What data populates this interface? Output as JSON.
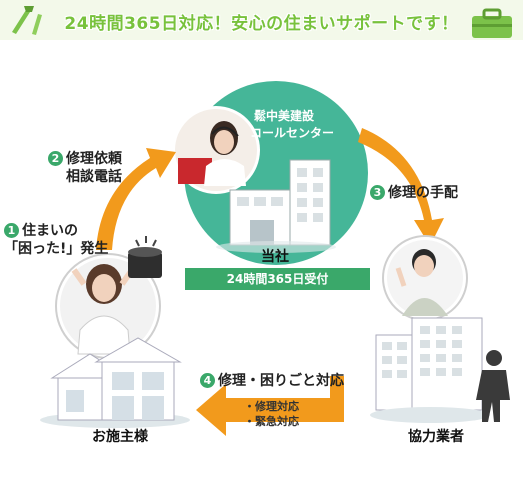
{
  "banner": {
    "text": "24時間365日対応！安心の住まいサポートです！"
  },
  "center": {
    "line1": "鬆中美建設",
    "line2": "コールセンター",
    "name": "当社",
    "badge": "24時間365日受付"
  },
  "steps": [
    {
      "num": "1",
      "line1": "住まいの",
      "line2": "「困った!」発生"
    },
    {
      "num": "2",
      "line1": "修理依頼",
      "line2": "相談電話"
    },
    {
      "num": "3",
      "line1": "修理の手配"
    },
    {
      "num": "4",
      "line1": "修理・困りごと対応"
    }
  ],
  "response_items": [
    "・修理対応",
    "・緊急対応"
  ],
  "nodes": {
    "customer": "お施主様",
    "partner": "協力業者"
  },
  "colors": {
    "green": "#3aa86a",
    "teal": "#45b698",
    "orange": "#f29a1c",
    "banner": "#78c23c"
  }
}
